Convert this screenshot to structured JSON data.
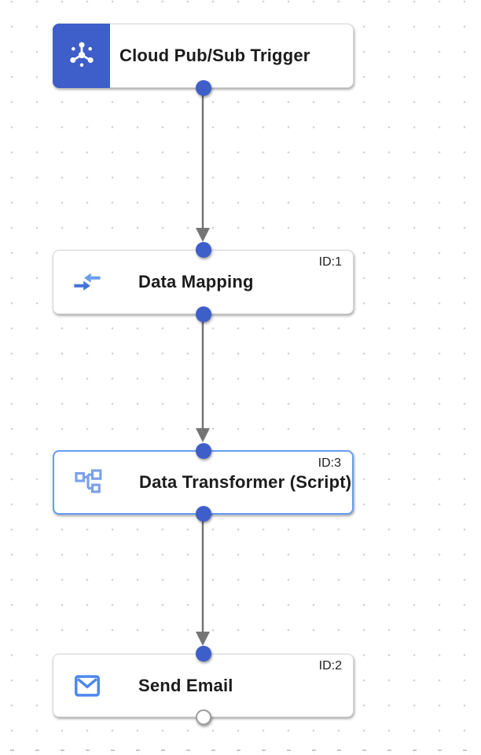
{
  "canvas": {
    "background_color": "#ffffff",
    "grid_dot_color": "#d4d4d4",
    "edge_color": "#757575"
  },
  "colors": {
    "node_blue": "#3e5ec9",
    "selected_border_blue": "#669df6",
    "node_border_gray": "#d5d5d5",
    "icon_blue_dark": "#4272d9",
    "icon_blue_light": "#6d9bf1",
    "icon_blue_mid": "#7ba0ea",
    "icon_blue_email": "#4e88ee",
    "open_port_border": "#9e9e9e"
  },
  "nodes": [
    {
      "label": "Cloud Pub/Sub Trigger",
      "id_label": "",
      "type": "trigger",
      "icon": "pubsub-icon",
      "selected": false
    },
    {
      "label": "Data Mapping",
      "id_label": "ID:1",
      "type": "task",
      "icon": "data-mapping-icon",
      "selected": false
    },
    {
      "label": "Data Transformer (Script)",
      "id_label": "ID:3",
      "type": "task",
      "icon": "data-transformer-icon",
      "selected": true
    },
    {
      "label": "Send Email",
      "id_label": "ID:2",
      "type": "task",
      "icon": "send-email-icon",
      "selected": false
    }
  ],
  "edges": [
    {
      "from": "Cloud Pub/Sub Trigger",
      "to": "Data Mapping"
    },
    {
      "from": "Data Mapping",
      "to": "Data Transformer (Script)"
    },
    {
      "from": "Data Transformer (Script)",
      "to": "Send Email"
    }
  ]
}
